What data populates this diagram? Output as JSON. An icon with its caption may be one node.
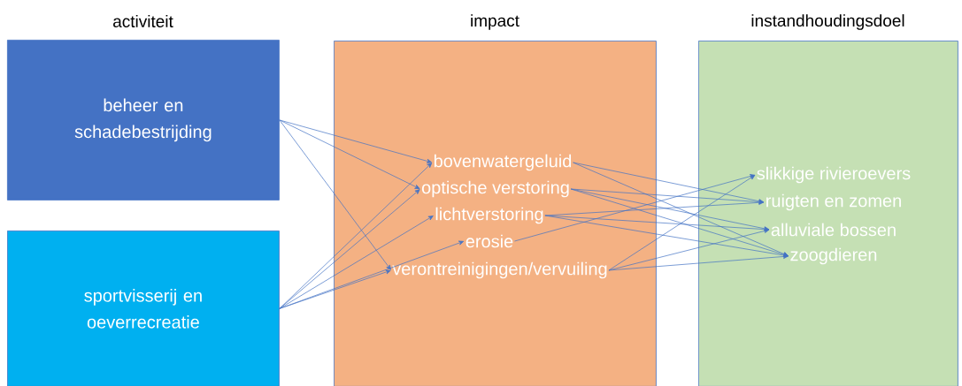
{
  "diagram": {
    "nodes": [
      {
        "text": [
          "beheer en schadebestrijding"
        ],
        "beside": [
          "activiteit"
        ]
      },
      {
        "text": [
          "sportvisserij en oeverrecreatie"
        ]
      },
      {
        "text": [
          "impact"
        ]
      },
      {
        "text": [
          "bovenwatergeluid"
        ],
        "in": 2
      },
      {
        "text": [
          "optische verstoring"
        ],
        "in": 2
      },
      {
        "text": [
          "lichtverstoring"
        ],
        "in": 2
      },
      {
        "text": [
          "erosie"
        ],
        "in": 2
      },
      {
        "text": [
          "verontreinigingen/vervuiling"
        ],
        "in": 2
      },
      {
        "text": [
          "instandhoudingsdoel"
        ]
      },
      {
        "text": [
          "slikkige rivieroevers"
        ],
        "in": 8
      },
      {
        "text": [
          "ruigten en zomen"
        ],
        "in": 8
      },
      {
        "text": [
          "alluviale bossen"
        ],
        "in": 8
      },
      {
        "text": [
          "zoogdieren"
        ],
        "in": 8
      }
    ],
    "edges": [
      {
        "from": 0,
        "to": 3,
        "arrow": "to"
      },
      {
        "from": 0,
        "to": 4,
        "arrow": "to"
      },
      {
        "from": 0,
        "to": 7,
        "arrow": "to"
      },
      {
        "from": 1,
        "to": 3,
        "arrow": "to"
      },
      {
        "from": 1,
        "to": 4,
        "arrow": "to"
      },
      {
        "from": 1,
        "to": 5,
        "arrow": "to"
      },
      {
        "from": 1,
        "to": 6,
        "arrow": "to"
      },
      {
        "from": 1,
        "to": 7,
        "arrow": "to"
      },
      {
        "from": 3,
        "to": 10,
        "arrow": "to"
      },
      {
        "from": 3,
        "to": 12,
        "arrow": "to"
      },
      {
        "from": 4,
        "to": 10,
        "arrow": "to"
      },
      {
        "from": 4,
        "to": 11,
        "arrow": "to"
      },
      {
        "from": 4,
        "to": 12,
        "arrow": "to"
      },
      {
        "from": 5,
        "to": 10,
        "arrow": "to"
      },
      {
        "from": 5,
        "to": 11,
        "arrow": "to"
      },
      {
        "from": 5,
        "to": 12,
        "arrow": "to"
      },
      {
        "from": 6,
        "to": 9,
        "arrow": "to"
      },
      {
        "from": 7,
        "to": 9,
        "arrow": "to"
      },
      {
        "from": 7,
        "to": 11,
        "arrow": "to"
      },
      {
        "from": 7,
        "to": 12,
        "arrow": "to"
      }
    ]
  }
}
